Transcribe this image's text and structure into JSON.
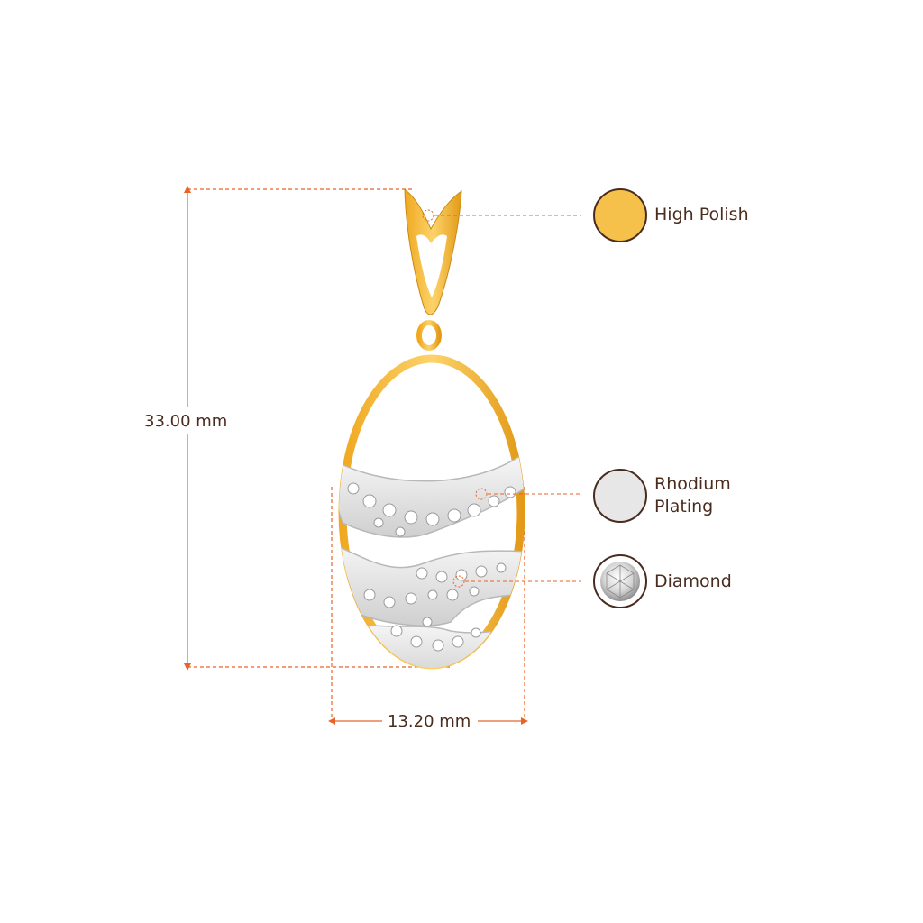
{
  "colors": {
    "dimension_line": "#e8632a",
    "text": "#4a2c1e",
    "gold": "#f5b82e",
    "gold_dark": "#d7961a",
    "rhodium": "#e7e7e7",
    "swatch_border": "#4a2c1e"
  },
  "dimensions": {
    "height_label": "33.00 mm",
    "width_label": "13.20 mm"
  },
  "swatches": [
    {
      "label": "High Polish",
      "icon": "high-polish-swatch-icon"
    },
    {
      "label": "Rhodium Plating",
      "icon": "rhodium-swatch-icon"
    },
    {
      "label": "Diamond",
      "icon": "diamond-swatch-icon"
    }
  ],
  "product": {
    "icon": "pendant-image"
  }
}
